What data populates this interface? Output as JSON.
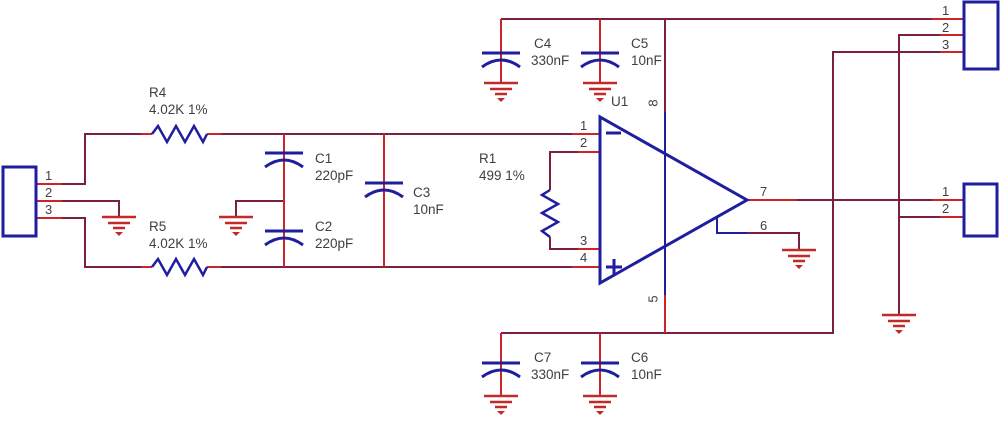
{
  "schematic": {
    "components": {
      "R4": {
        "ref": "R4",
        "value": "4.02K 1%"
      },
      "R5": {
        "ref": "R5",
        "value": "4.02K 1%"
      },
      "R1": {
        "ref": "R1",
        "value": "499 1%"
      },
      "C1": {
        "ref": "C1",
        "value": "220pF"
      },
      "C2": {
        "ref": "C2",
        "value": "220pF"
      },
      "C3": {
        "ref": "C3",
        "value": "10nF"
      },
      "C4": {
        "ref": "C4",
        "value": "330nF"
      },
      "C5": {
        "ref": "C5",
        "value": "10nF"
      },
      "C6": {
        "ref": "C6",
        "value": "10nF"
      },
      "C7": {
        "ref": "C7",
        "value": "330nF"
      },
      "U1": {
        "ref": "U1"
      }
    },
    "u1_pins": {
      "p1": "1",
      "p2": "2",
      "p3": "3",
      "p4": "4",
      "p5": "5",
      "p6": "6",
      "p7": "7",
      "p8": "8"
    },
    "connectors": {
      "left": {
        "pins": [
          "1",
          "2",
          "3"
        ]
      },
      "top_right": {
        "pins": [
          "1",
          "2",
          "3"
        ]
      },
      "bottom_right": {
        "pins": [
          "1",
          "2"
        ]
      }
    },
    "colors": {
      "wire": "#7b2040",
      "lead": "#cc2428",
      "symbol": "#1e1e9e",
      "ground": "#c22a2a",
      "text": "#3f3f3f",
      "background": "#ffffff"
    }
  }
}
